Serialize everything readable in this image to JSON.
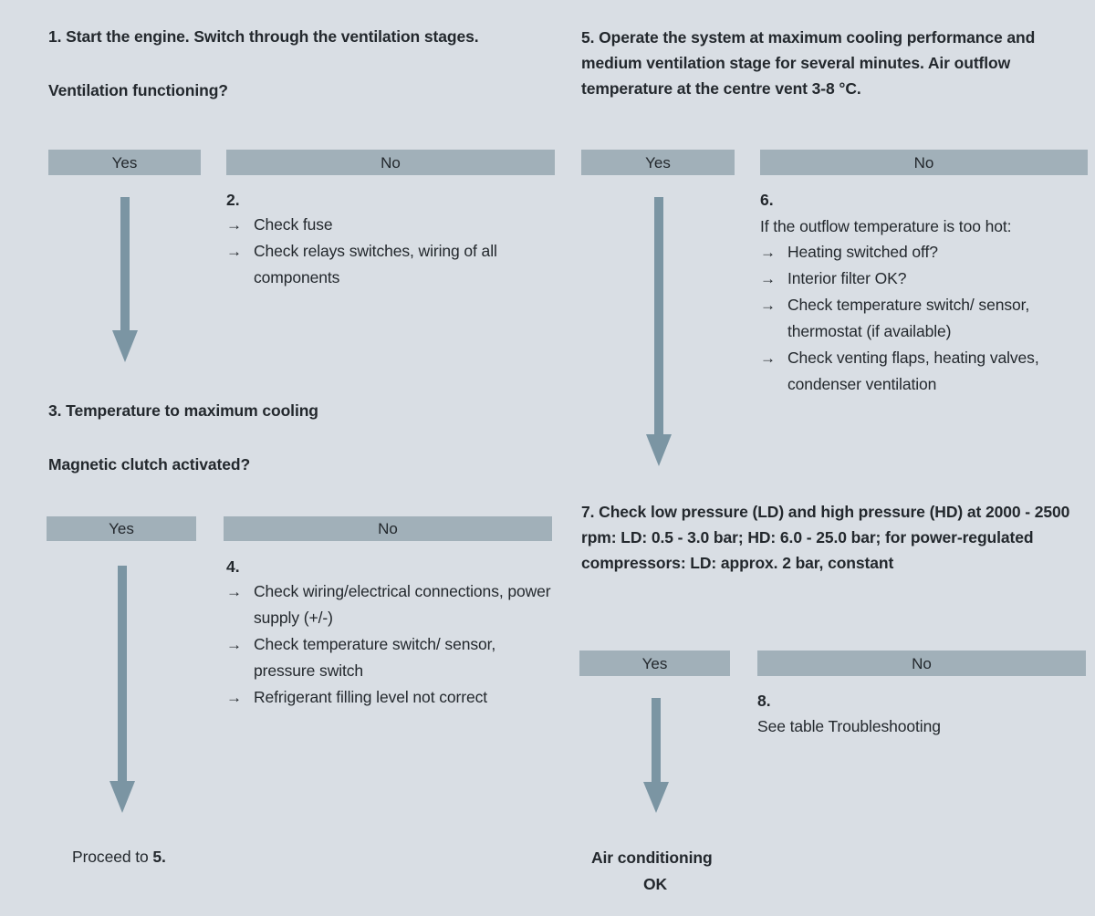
{
  "meta": {
    "title": "Air conditioning troubleshooting flow chart",
    "background_color": "#d9dee4",
    "box_color": "#a1b0b9",
    "arrow_color": "#7b95a3",
    "text_color": "#23282d"
  },
  "labels": {
    "yes": "Yes",
    "no": "No",
    "arrow_glyph": "→"
  },
  "steps": {
    "step1": {
      "heading": "1. Start the engine. Switch through the ventilation stages.",
      "question": "Ventilation functioning?"
    },
    "step2": {
      "number": "2.",
      "bullets": [
        "Check fuse",
        "Check relays switches, wiring of all components"
      ]
    },
    "step3": {
      "heading": "3. Temperature to maximum cooling",
      "question": "Magnetic clutch activated?"
    },
    "step4": {
      "number": "4.",
      "bullets": [
        "Check wiring/electrical connections, power supply (+/-)",
        "Check temperature switch/ sensor, pressure switch",
        "Refrigerant filling level not correct"
      ]
    },
    "step5": {
      "heading": "5. Operate the system at maximum cooling performance and medium ventilation stage for several minutes. Air outflow temperature at the centre vent 3-8 °C."
    },
    "step6": {
      "number": "6.",
      "intro": "If the outflow temperature is too hot:",
      "bullets": [
        "Heating switched off?",
        "Interior filter OK?",
        "Check temperature switch/ sensor, thermostat (if available)",
        "Check venting flaps, heating valves, condenser ventilation"
      ]
    },
    "step7": {
      "heading": "7. Check low pressure (LD) and high pressure (HD) at 2000 - 2500 rpm: LD: 0.5 - 3.0 bar; HD: 6.0 - 25.0 bar; for power-regulated compressors: LD: approx. 2 bar, constant"
    },
    "step8": {
      "number": "8.",
      "text": "See table Troubleshooting"
    }
  },
  "outcomes": {
    "proceed_prefix": "Proceed to ",
    "proceed_target": "5.",
    "ok_line1": "Air conditioning",
    "ok_line2": "OK"
  }
}
